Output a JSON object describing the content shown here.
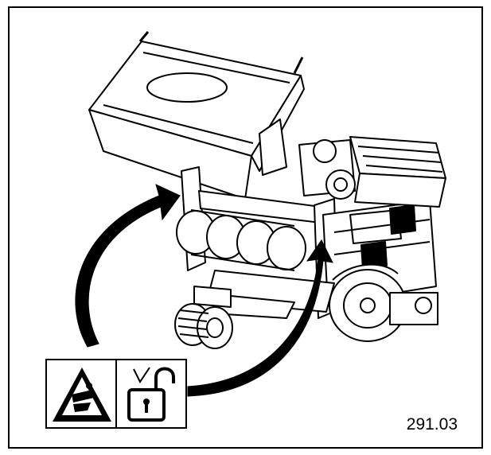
{
  "figure": {
    "number": "291.03"
  },
  "illustration": {
    "machine": "tow-behind-machine-line-drawing",
    "arrows": [
      "rotation-arrow-left",
      "rotation-arrow-right"
    ],
    "decal_icons": [
      "crushing-hazard-icon",
      "unlock-icon"
    ],
    "colors": {
      "ink": "#000000",
      "paper": "#ffffff"
    }
  }
}
